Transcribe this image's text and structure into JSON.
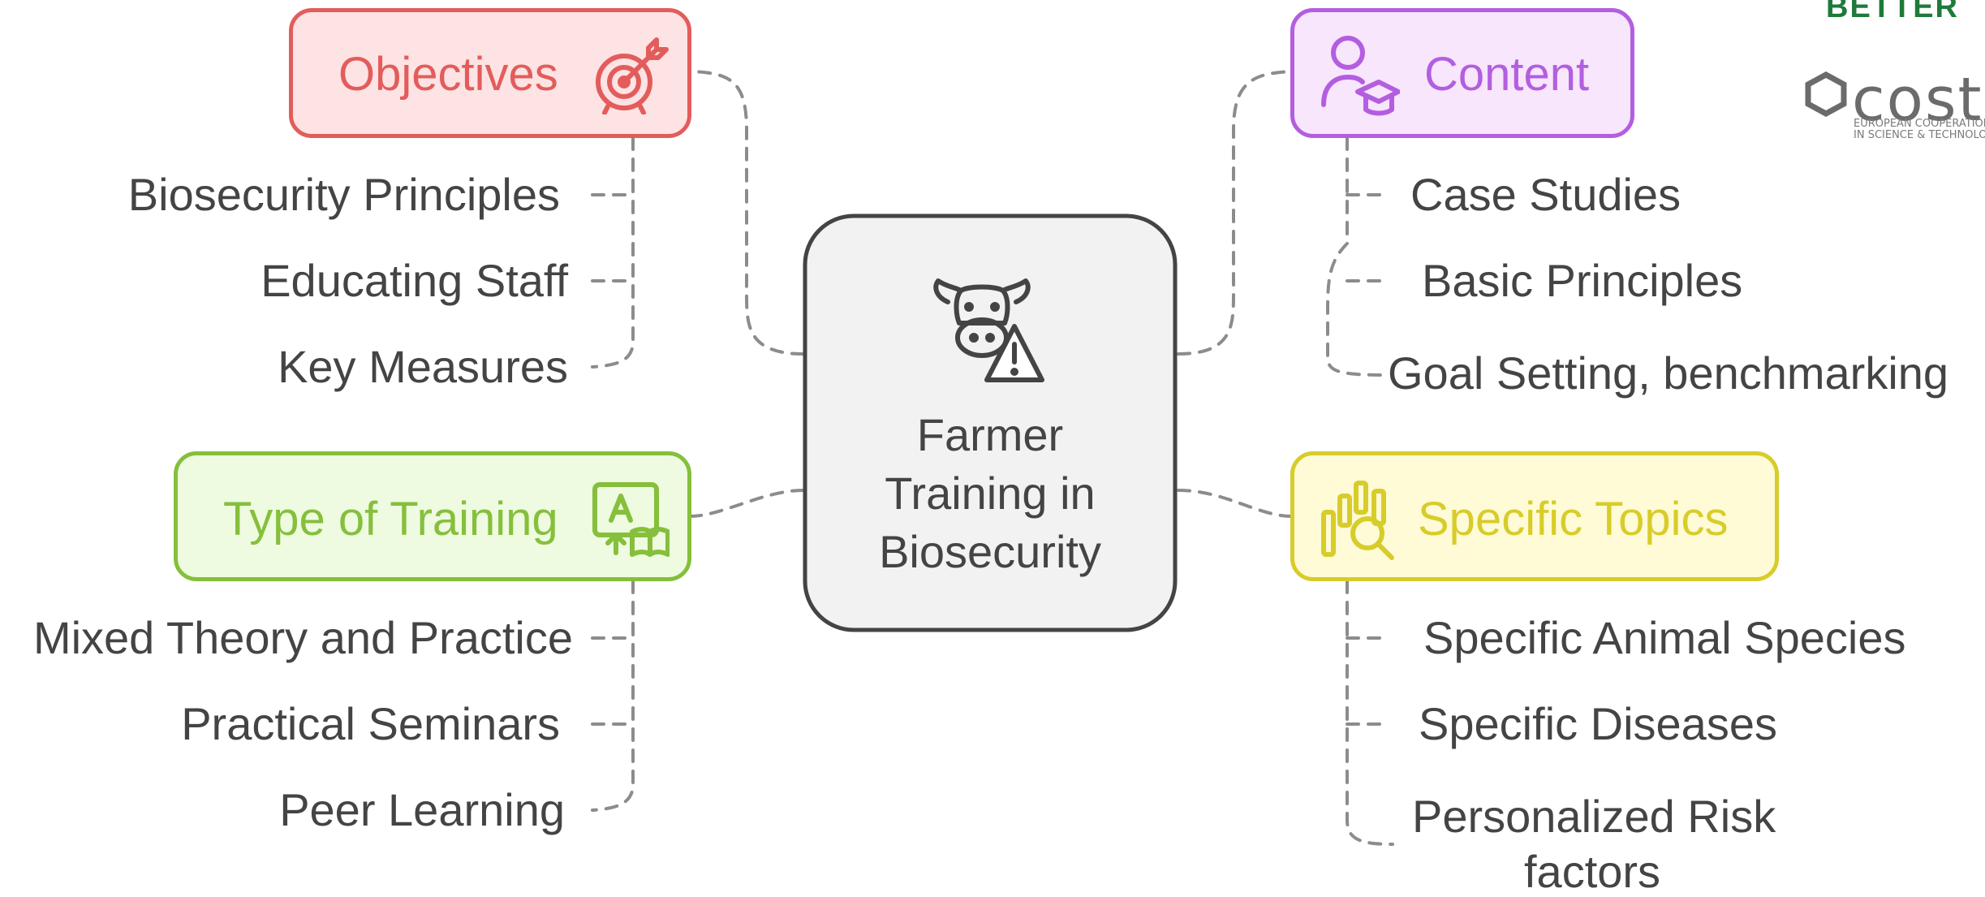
{
  "center": {
    "lines": [
      "Farmer",
      "Training in",
      "Biosecurity"
    ],
    "icon": "cow-warning-icon"
  },
  "branches": {
    "objectives": {
      "title": "Objectives",
      "icon": "target-icon",
      "color": "#e35c5c",
      "fill": "#fde3e3",
      "items": [
        "Biosecurity Principles",
        "Educating Staff",
        "Key Measures"
      ]
    },
    "content": {
      "title": "Content",
      "icon": "teacher-icon",
      "color": "#b35ee0",
      "fill": "#f8e6fc",
      "items": [
        "Case Studies",
        "Basic Principles",
        "Goal Setting, benchmarking"
      ]
    },
    "training": {
      "title": "Type of Training",
      "icon": "lesson-book-icon",
      "color": "#86bf3c",
      "fill": "#eefbe0",
      "items": [
        "Mixed Theory and Practice",
        "Practical Seminars",
        "Peer Learning"
      ]
    },
    "topics": {
      "title": "Specific Topics",
      "icon": "data-search-icon",
      "color": "#d8cc2a",
      "fill": "#fffbd6",
      "items": [
        "Specific Animal Species",
        "Specific Diseases",
        "Personalized Risk",
        "factors"
      ]
    }
  },
  "logos": {
    "better": "BETTER",
    "cost": "cost",
    "cost_sub_1": "EUROPEAN COOPERATION",
    "cost_sub_2": "IN SCIENCE & TECHNOLOGY"
  }
}
